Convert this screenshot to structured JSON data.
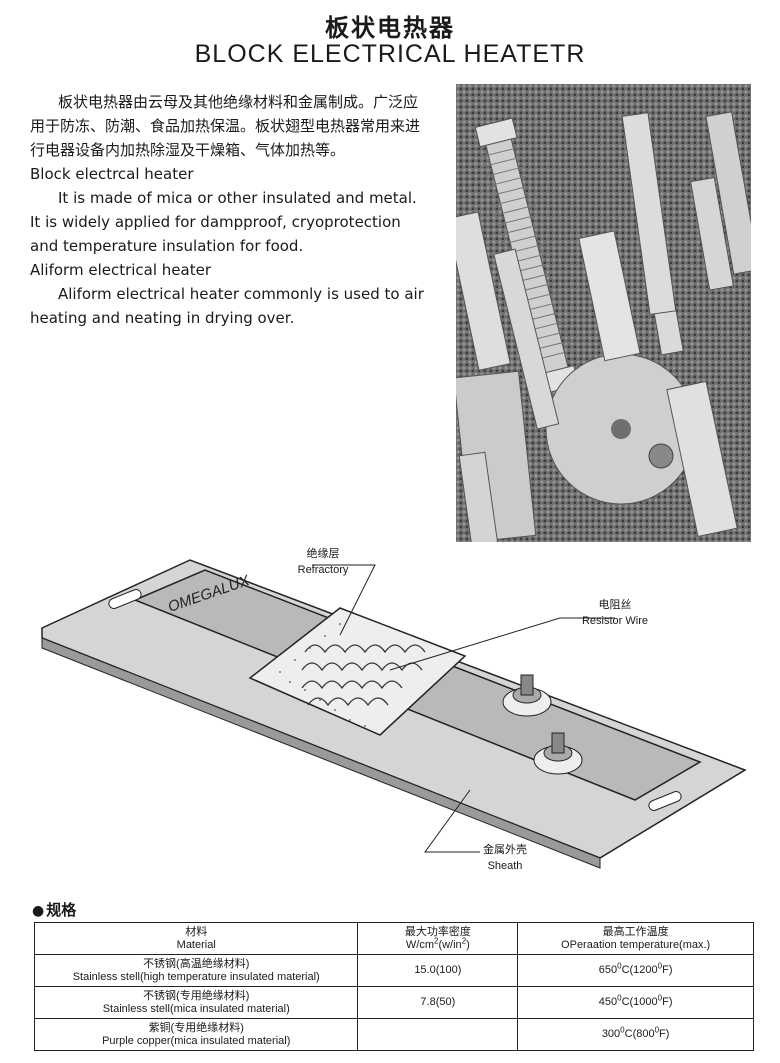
{
  "header": {
    "title_cn": "板状电热器",
    "title_en": "BLOCK ELECTRICAL HEATETR"
  },
  "intro": {
    "para_cn": "板状电热器由云母及其他绝缘材料和金属制成。广泛应用于防冻、防潮、食品加热保温。板状翅型电热器常用来进行电器设备内加热除湿及干燥箱、气体加热等。",
    "heading1": "Block electrcal heater",
    "para1": "It is made of mica or other insulated and metal. It is widely applied for dampproof, cryoprotection and temperature insulation for food.",
    "heading2": "Aliform electrical heater",
    "para2": "Aliform electrical heater commonly is used to air heating and neating in drying over."
  },
  "diagram": {
    "brand": "OMEGALUX",
    "callouts": {
      "refractory_cn": "绝缘层",
      "refractory_en": "Refractory",
      "wire_cn": "电阻丝",
      "wire_en": "Resistor Wire",
      "sheath_cn": "金属外壳",
      "sheath_en": "Sheath"
    }
  },
  "spec": {
    "heading": "规格",
    "columns": [
      {
        "cn": "材料",
        "en": "Material"
      },
      {
        "cn": "最大功率密度",
        "en": "W/cm",
        "en_sup": "2",
        "en_tail": "(w/in",
        "en_sup2": "2",
        "en_end": ")"
      },
      {
        "cn": "最高工作温度",
        "en": "OPeraation temperature(max.)"
      }
    ],
    "rows": [
      {
        "material_cn": "不锈钢(高温绝缘材料)",
        "material_en": "Stainless stell(high temperature insulated material)",
        "density": "15.0(100)",
        "temp_c": "650",
        "temp_c_unit": "C(1200",
        "temp_f_unit": "F)"
      },
      {
        "material_cn": "不锈钢(专用绝缘材料)",
        "material_en": "Stainless stell(mica insulated material)",
        "density": "7.8(50)",
        "temp_c": "450",
        "temp_c_unit": "C(1000",
        "temp_f_unit": "F)"
      },
      {
        "material_cn": "紫铜(专用绝缘材料)",
        "material_en": "Purple copper(mica insulated material)",
        "density": "",
        "temp_c": "300",
        "temp_c_unit": "C(800",
        "temp_f_unit": "F)"
      }
    ],
    "degree_mark": "0"
  }
}
